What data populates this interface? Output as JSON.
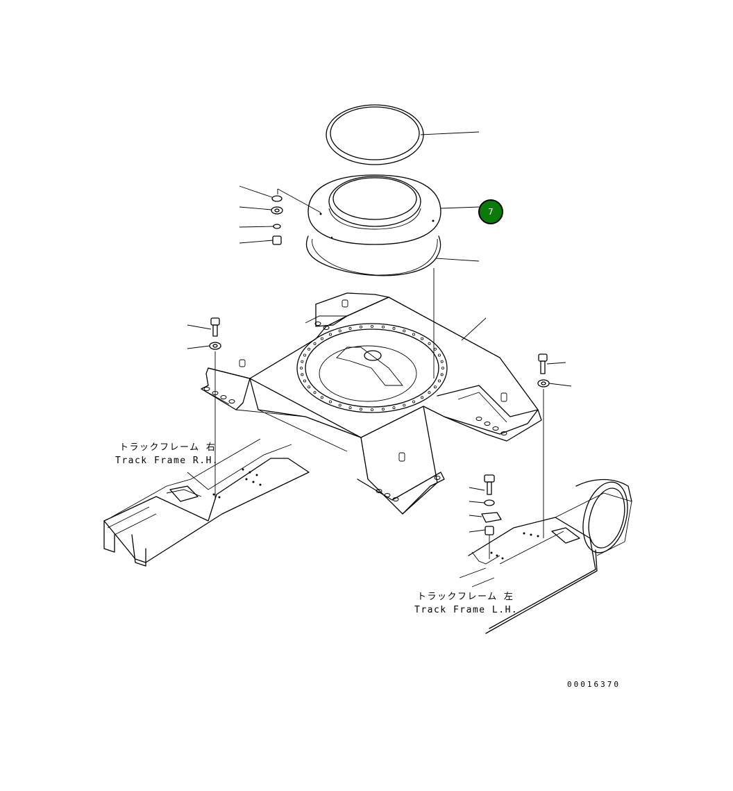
{
  "callouts": [
    {
      "number": "7",
      "color": "#0a7a0a"
    }
  ],
  "labels": {
    "track_frame_rh_jp": "トラックフレーム 右",
    "track_frame_rh_en": "Track Frame R.H.",
    "track_frame_lh_jp": "トラックフレーム 左",
    "track_frame_lh_en": "Track Frame L.H."
  },
  "drawing_code": "00016370"
}
